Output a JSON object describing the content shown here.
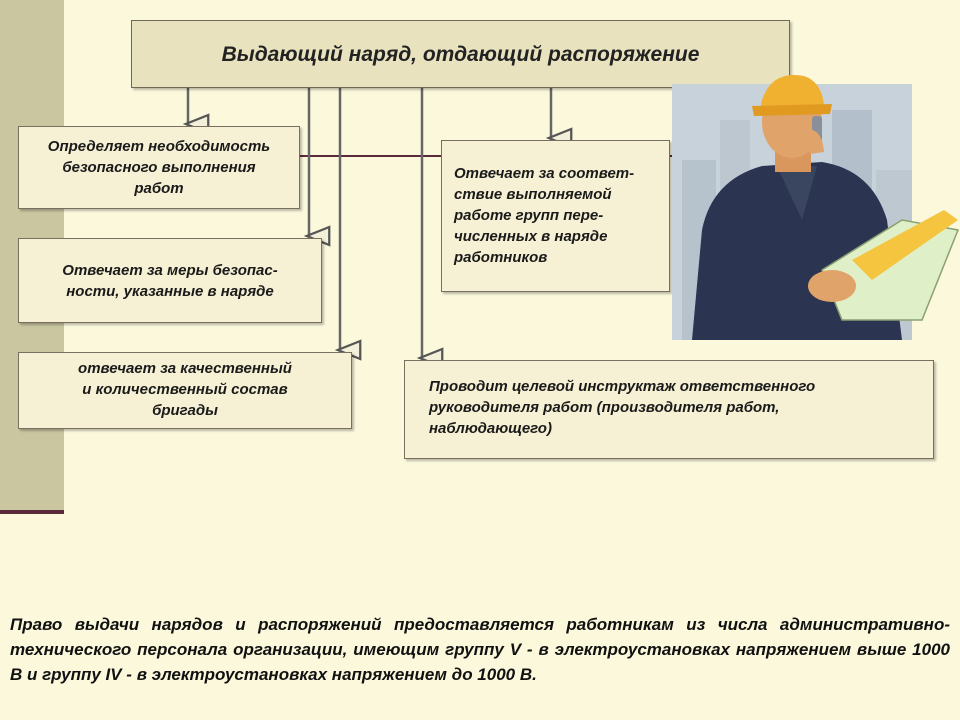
{
  "title": "Выдающий наряд, отдающий распоряжение",
  "boxes": {
    "determines_need": [
      "Определяет необходимость",
      "безопасного выполнения",
      "работ"
    ],
    "safety_measures": [
      "Отвечает за меры безопас-",
      "ности, указанные в наряде"
    ],
    "team_composition": [
      "отвечает за качественный",
      "и количественный состав",
      "бригады"
    ],
    "group_compliance": [
      "Отвечает за соответ-",
      "ствие выполняемой",
      "работе групп пере-",
      "численных в наряде",
      "работников"
    ],
    "briefing": [
      "Проводит целевой инструктаж ответственного",
      "руководителя работ (производителя работ,",
      "наблюдающего)"
    ]
  },
  "footnote": "Право выдачи нарядов и распоряжений предоставляется работникам из числа административно-технического персонала организации, имеющим группу V - в электроустановках напряжением выше 1000 В и группу IV - в электроустановках напряжением до 1000 В.",
  "colors": {
    "background": "#fbf8dc",
    "sidebar": "#c9c6a0",
    "accent_line": "#5a2a3a",
    "box_fill": "#f6f1d4",
    "helmet": "#f0b030"
  },
  "illustration": "worker-with-helmet-phone-blueprint-icon"
}
